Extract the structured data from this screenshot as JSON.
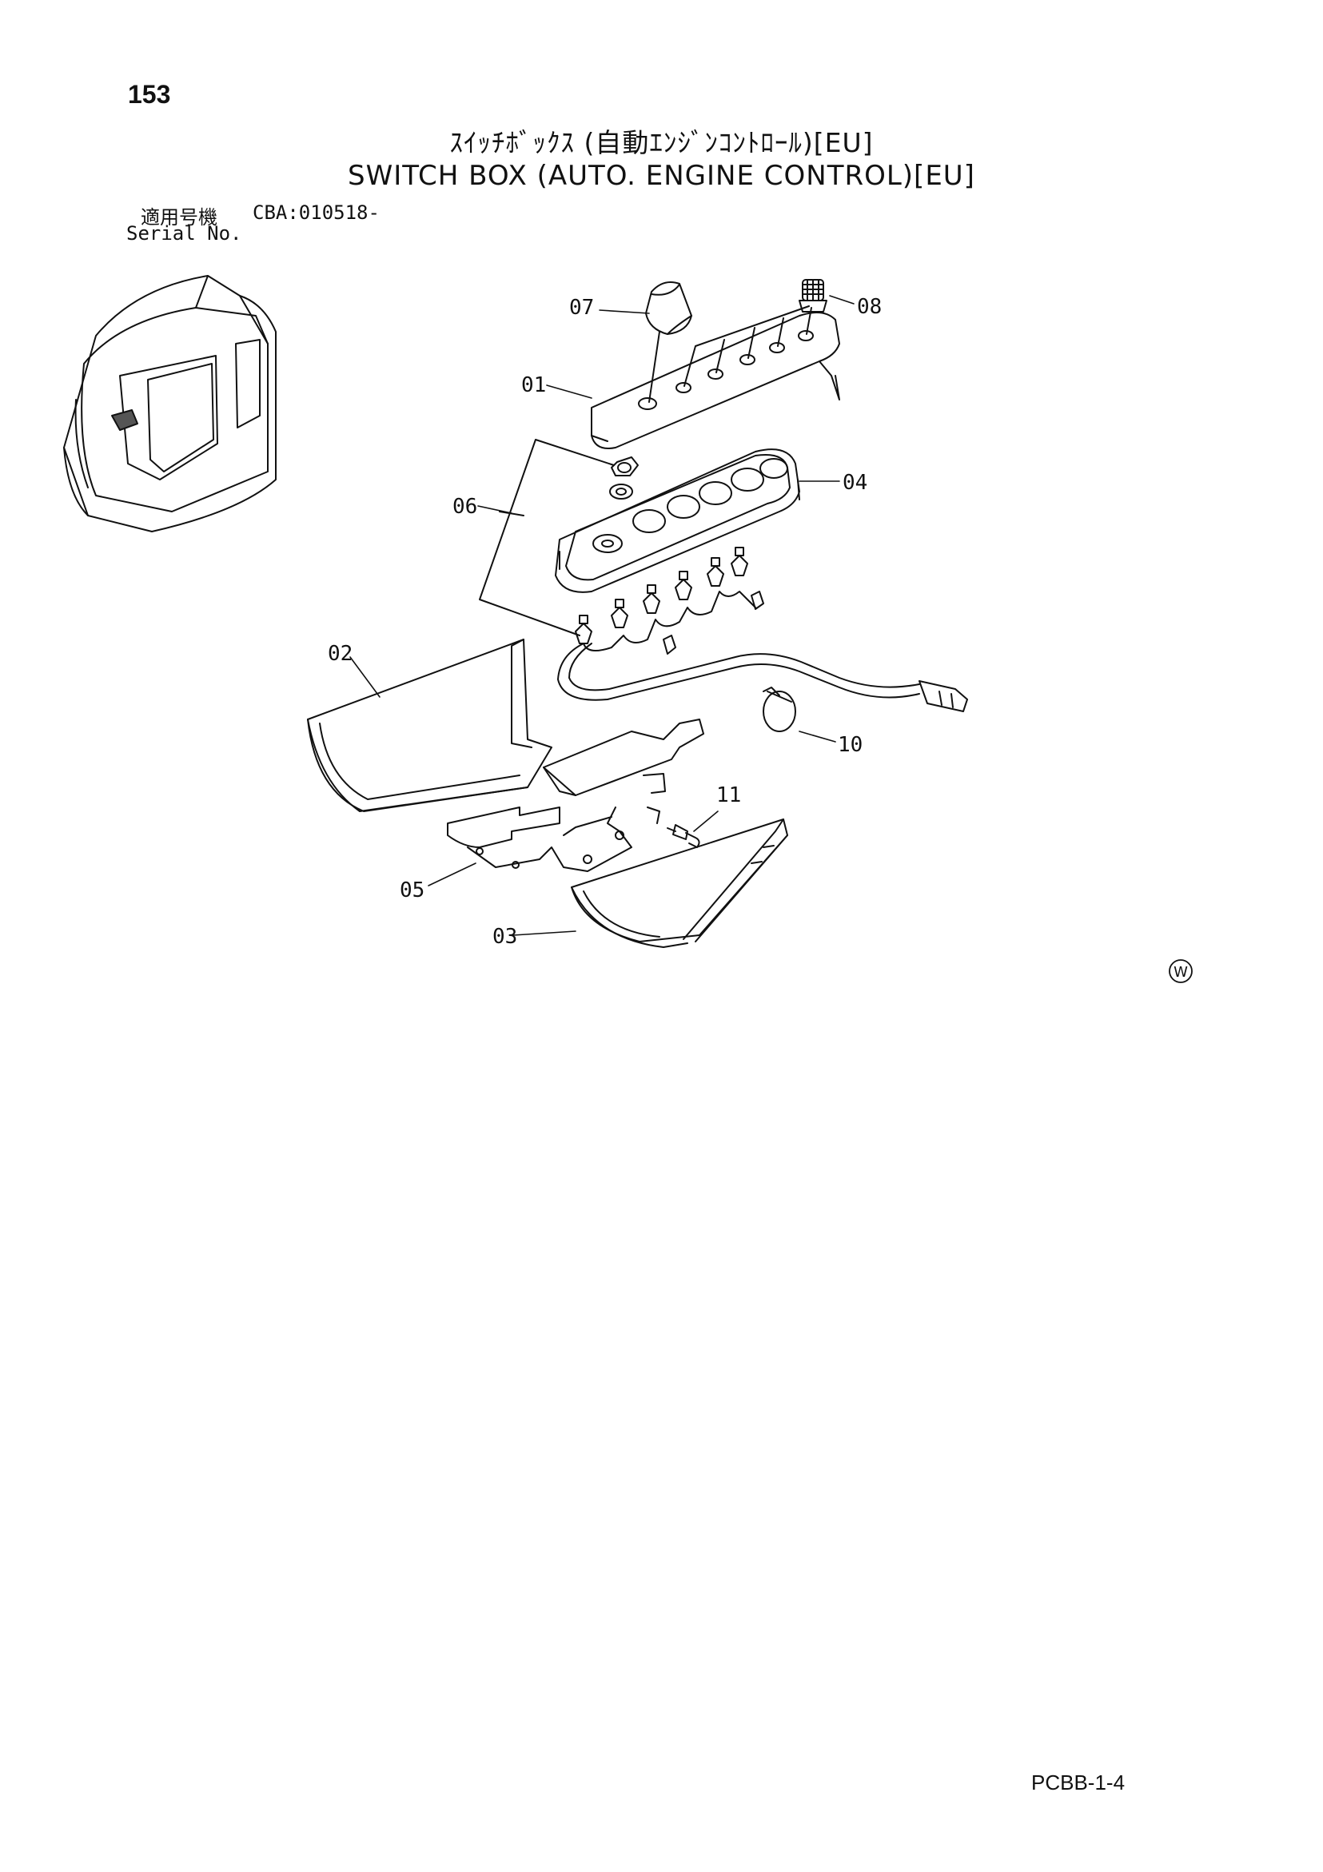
{
  "header": {
    "page_number": "153",
    "title_japanese": "ｽｲｯﾁﾎﾞｯｸｽ (自動ｴﾝｼﾞﾝｺﾝﾄﾛｰﾙ)[EU]",
    "title_english": "SWITCH BOX (AUTO. ENGINE CONTROL)[EU]",
    "serial_label_japanese": "適用号機",
    "serial_value": "CBA:010518-",
    "serial_label_english": "Serial No."
  },
  "parts": {
    "p01": "01",
    "p02": "02",
    "p03": "03",
    "p04": "04",
    "p05": "05",
    "p06": "06",
    "p07": "07",
    "p08": "08",
    "p10": "10",
    "p11": "11"
  },
  "symbol": {
    "w_mark": "W"
  },
  "footer": {
    "page_code": "PCBB-1-4"
  }
}
